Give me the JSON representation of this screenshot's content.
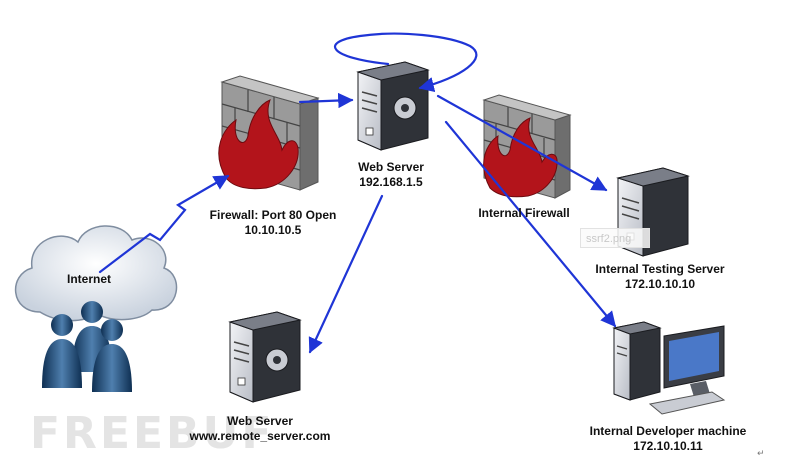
{
  "nodes": {
    "internet": {
      "label": "Internet"
    },
    "firewall": {
      "name": "Firewall: Port 80 Open",
      "ip": "10.10.10.5"
    },
    "web_server_main": {
      "name": "Web Server",
      "ip": "192.168.1.5"
    },
    "internal_firewall": {
      "name": "Internal Firewall"
    },
    "testing_server": {
      "name": "Internal Testing Server",
      "ip": "172.10.10.10"
    },
    "remote_server": {
      "name": "Web Server",
      "ip": "www.remote_server.com"
    },
    "developer_machine": {
      "name": "Internal Developer machine",
      "ip": "172.10.10.11"
    }
  },
  "overlay_text": "ssrf2.png",
  "watermark": "FREEBUF",
  "paragraph_mark": "↵",
  "colors": {
    "arrow": "#1f35d6",
    "flame": "#b3141b",
    "brick": "#8a8a8a",
    "server_body": "#4a4d55",
    "cloud": "#dfe4ec",
    "people": "#1e4a7a"
  }
}
